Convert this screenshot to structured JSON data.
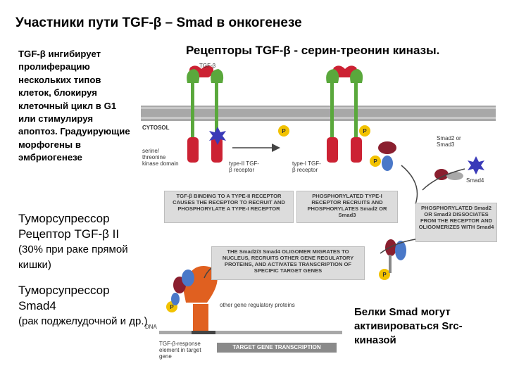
{
  "title": "Участники пути TGF-β – Smad в онкогенезе",
  "subtitle": "Рецепторы TGF-β - серин-треонин киназы.",
  "note": "TGF-β ингибирует пролиферацию нескольких типов клеток, блокируя клеточный цикл в G1 или стимулируя апоптоз. Градуирующие морфогены в эмбриогенезе",
  "tumor1": {
    "line1": "Туморсупрессор",
    "line2": "Рецептор TGF-β II",
    "line3": "(30% при раке прямой кишки)"
  },
  "tumor2": {
    "line1": "Туморсупрессор",
    "line2": "Smad4",
    "line3": "(рак поджелудочной и др.)"
  },
  "src_note": "Белки Smad могут активироваться Src-киназой",
  "diagram": {
    "tgf_label": "TGF-β",
    "cytosol": "CYTOSOL",
    "kinase_domain": "serine/ threonine kinase domain",
    "type2": "type-II TGF-β receptor",
    "type1": "type-I TGF-β receptor",
    "smad23": "Smad2 or Smad3",
    "smad4": "Smad4",
    "box1": "TGF-β BINDING TO A TYPE-II RECEPTOR CAUSES THE RECEPTOR TO RECRUIT AND PHOSPHORYLATE A TYPE-I RECEPTOR",
    "box2": "PHOSPHORYLATED TYPE-I RECEPTOR RECRUITS AND PHOSPHORYLATES Smad2 OR Smad3",
    "box3": "PHOSPHORYLATED Smad2 OR Smad3 DISSOCIATES FROM THE RECEPTOR AND OLIGOMERIZES WITH Smad4",
    "box4": "THE Smad2/3 Smad4 OLIGOMER MIGRATES TO NUCLEUS, RECRUITS OTHER GENE REGULATORY PROTEINS, AND ACTIVATES TRANSCRIPTION OF SPECIFIC TARGET GENES",
    "other_proteins": "other gene regulatory proteins",
    "dna": "DNA",
    "response_element": "TGF-β-response element in target gene",
    "target_transcription": "TARGET GENE TRANSCRIPTION",
    "p": "P"
  },
  "colors": {
    "receptor": "#cc2233",
    "membrane": "#a0a0a0",
    "stalk": "#5aa83c",
    "smad_maroon": "#8a1f2f",
    "smad_blue": "#4a78c8",
    "phospho": "#f2c200",
    "kinase": "#3a3ab8",
    "nuclear": "#e06020"
  }
}
